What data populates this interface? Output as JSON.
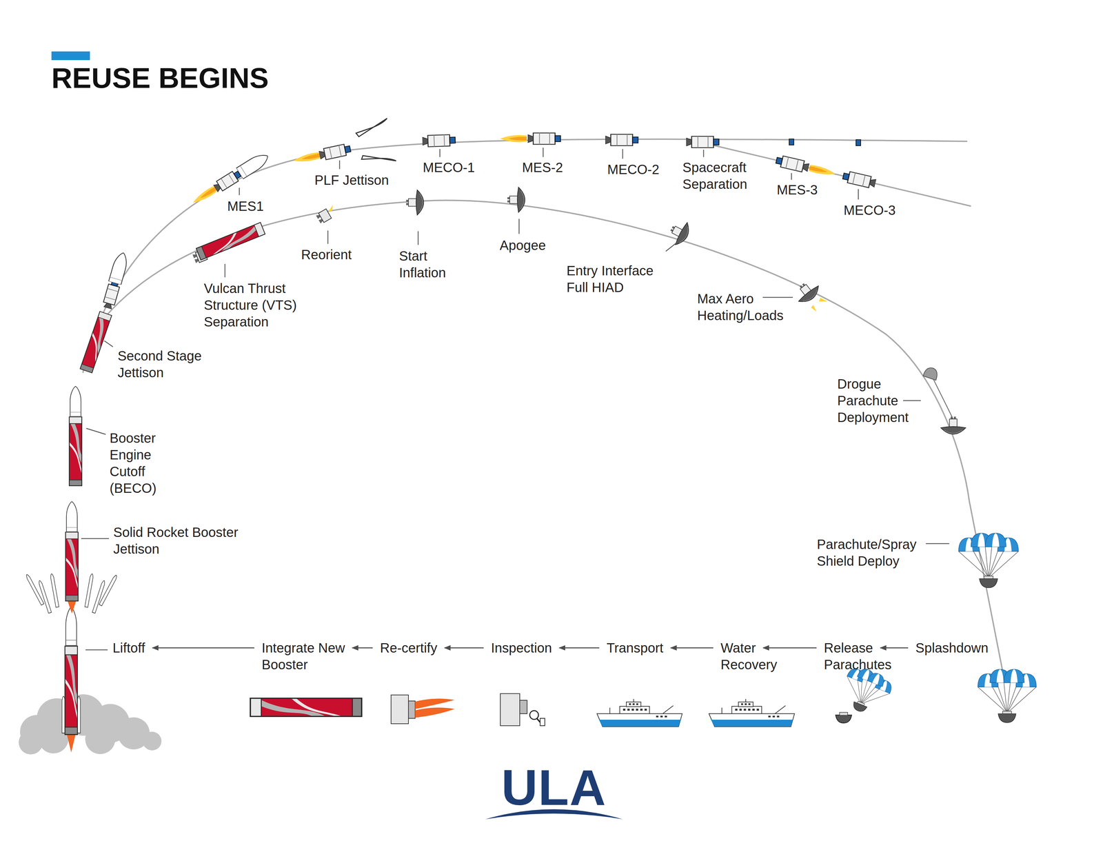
{
  "diagram": {
    "title": "REUSE BEGINS",
    "nodes": [
      {
        "text": [
          "Liftoff"
        ]
      },
      {
        "text": [
          "Integrate New Booster"
        ]
      },
      {
        "text": [
          "Re-certify"
        ]
      },
      {
        "text": [
          "Inspection"
        ]
      },
      {
        "text": [
          "Transport"
        ]
      },
      {
        "text": [
          "Water Recovery"
        ]
      },
      {
        "text": [
          "Release Parachutes"
        ]
      },
      {
        "text": [
          "Splashdown"
        ]
      }
    ],
    "edges": [
      {
        "from": 7,
        "to": 6,
        "arrow": "to"
      },
      {
        "from": 6,
        "to": 5,
        "arrow": "to"
      },
      {
        "from": 5,
        "to": 4,
        "arrow": "to"
      },
      {
        "from": 4,
        "to": 3,
        "arrow": "to"
      },
      {
        "from": 3,
        "to": 2,
        "arrow": "to"
      },
      {
        "from": 2,
        "to": 1,
        "arrow": "to"
      },
      {
        "from": 1,
        "to": 0,
        "arrow": "to"
      }
    ],
    "labels": [
      "MES1",
      "PLF Jettison",
      "MECO-1",
      "MES-2",
      "MECO-2",
      "Spacecraft Separation",
      "MES-3",
      "MECO-3",
      "Vulcan Thrust Structure (VTS) Separation",
      "Reorient",
      "Start Inflation",
      "Apogee",
      "Entry Interface Full HIAD",
      "Max Aero Heating/Loads",
      "Drogue Parachute Deployment",
      "Parachute/Spray Shield Deploy",
      "Second Stage Jettison",
      "Booster Engine Cutoff (BECO)",
      "Solid Rocket Booster Jettison",
      "ULA"
    ]
  }
}
